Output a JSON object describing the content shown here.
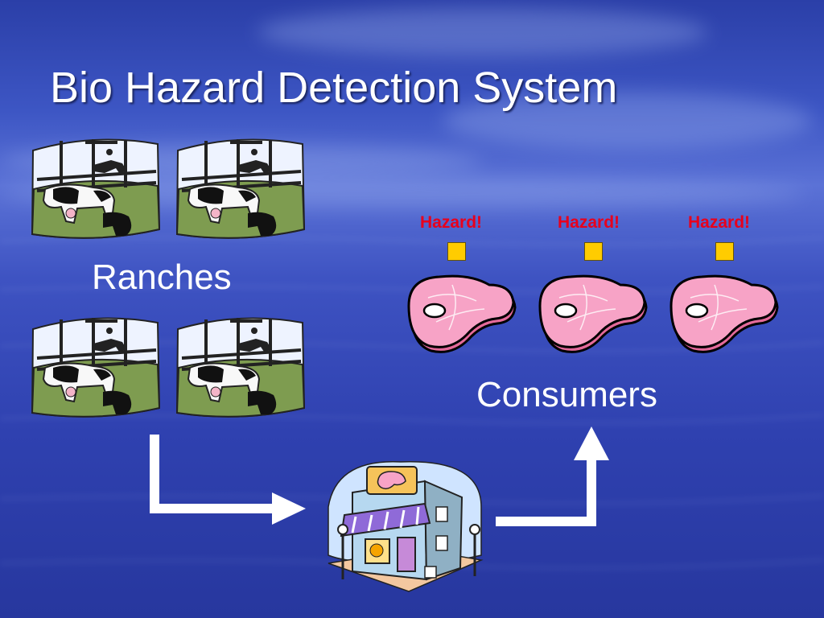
{
  "slide": {
    "title": "Bio Hazard Detection System",
    "ranches_label": "Ranches",
    "consumers_label": "Consumers",
    "hazards": [
      {
        "label": "Hazard!"
      },
      {
        "label": "Hazard!"
      },
      {
        "label": "Hazard!"
      }
    ]
  },
  "colors": {
    "background": "#3347b8",
    "title_text": "#ffffff",
    "hazard_text": "#e8001c",
    "hazard_marker": "#ffcc00",
    "meat": "#f7a3c6",
    "arrow": "#ffffff"
  },
  "icons": {
    "ranch": "ranch-cattle-icon",
    "store": "butcher-store-icon",
    "meat": "steak-icon",
    "marker": "hazard-square-icon"
  }
}
